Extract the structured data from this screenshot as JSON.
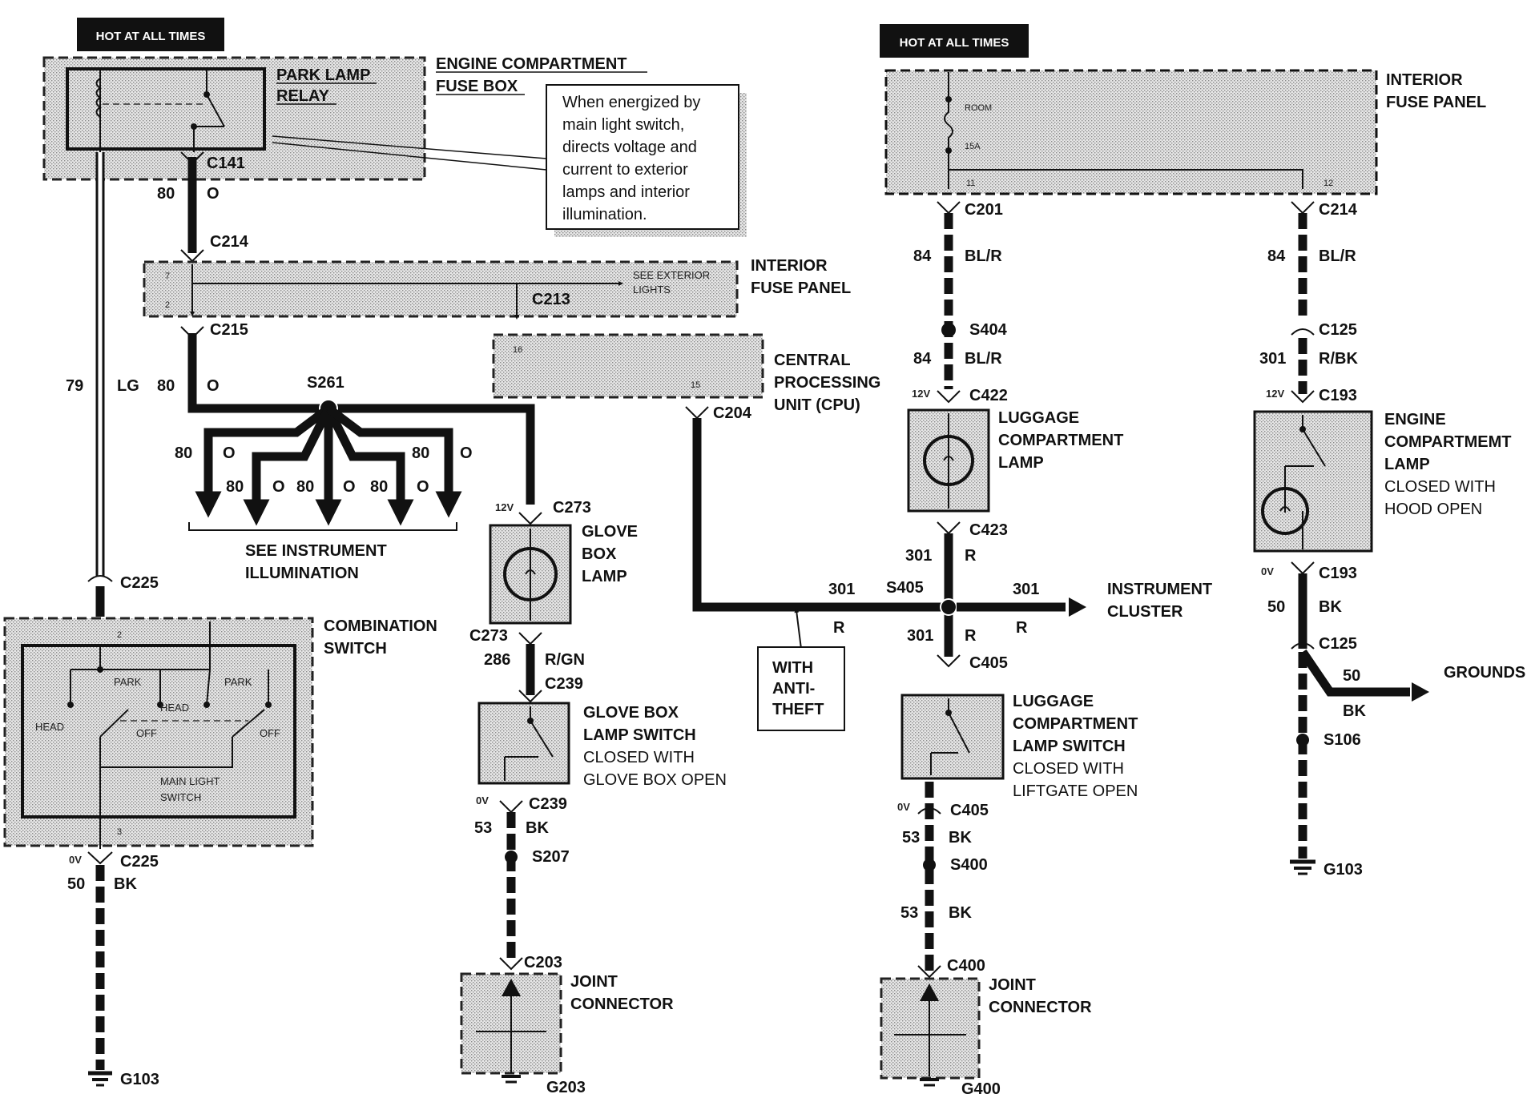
{
  "hot_left": "HOT AT ALL TIMES",
  "hot_right": "HOT AT ALL TIMES",
  "park_relay": [
    "PARK LAMP",
    "RELAY"
  ],
  "engine_fuse_box": [
    "ENGINE COMPARTMENT",
    "FUSE BOX"
  ],
  "callout": [
    "When energized by",
    "main light switch,",
    "directs voltage and",
    "current to exterior",
    "lamps and interior",
    "illumination."
  ],
  "interior_fuse_panel_left": [
    "INTERIOR",
    "FUSE PANEL"
  ],
  "interior_fuse_panel_right": [
    "INTERIOR",
    "FUSE PANEL"
  ],
  "see_exterior": [
    "SEE EXTERIOR",
    "LIGHTS"
  ],
  "cpu": [
    "CENTRAL",
    "PROCESSING",
    "UNIT (CPU)"
  ],
  "see_instrument": [
    "SEE INSTRUMENT",
    "ILLUMINATION"
  ],
  "glove_box_lamp": [
    "GLOVE",
    "BOX",
    "LAMP"
  ],
  "glove_box_switch": [
    "GLOVE BOX",
    "LAMP SWITCH",
    "CLOSED WITH",
    "GLOVE BOX OPEN"
  ],
  "combination_switch": [
    "COMBINATION",
    "SWITCH"
  ],
  "combo_inner": {
    "park": "PARK",
    "head": "HEAD",
    "off": "OFF",
    "main": [
      "MAIN LIGHT",
      "SWITCH"
    ]
  },
  "joint_connector": [
    "JOINT",
    "CONNECTOR"
  ],
  "with_anti_theft": [
    "WITH",
    "ANTI-",
    "THEFT"
  ],
  "lug_lamp": [
    "LUGGAGE",
    "COMPARTMENT",
    "LAMP"
  ],
  "lug_switch": [
    "LUGGAGE",
    "COMPARTMENT",
    "LAMP SWITCH",
    "CLOSED WITH",
    "LIFTGATE OPEN"
  ],
  "instrument_cluster": [
    "INSTRUMENT",
    "CLUSTER"
  ],
  "eng_lamp": [
    "ENGINE",
    "COMPARTMEMT",
    "LAMP",
    "CLOSED WITH",
    "HOOD OPEN"
  ],
  "grounds": "GROUNDS",
  "room_fuse": [
    "ROOM",
    "15A"
  ],
  "pins": {
    "p7": "7",
    "p2": "2",
    "p16": "16",
    "p15": "15",
    "p11": "11",
    "p12": "12",
    "p2b": "2",
    "p3": "3"
  },
  "connectors": {
    "C141": "C141",
    "C214a": "C214",
    "C215": "C215",
    "C213": "C213",
    "S261": "S261",
    "C204": "C204",
    "C273a": "C273",
    "C273b": "C273",
    "C239a": "C239",
    "C239b": "C239",
    "S207": "S207",
    "C203": "C203",
    "G203": "G203",
    "C225a": "C225",
    "C225b": "C225",
    "G103a": "G103",
    "C201": "C201",
    "S404": "S404",
    "C422": "C422",
    "C423": "C423",
    "S405": "S405",
    "C405a": "C405",
    "C405b": "C405",
    "S400": "S400",
    "C400": "C400",
    "G400": "G400",
    "C214b": "C214",
    "C125a": "C125",
    "C193a": "C193",
    "C193b": "C193",
    "C125b": "C125",
    "S106": "S106",
    "G103b": "G103"
  },
  "wires": {
    "w80": "80",
    "wO": "O",
    "w79": "79",
    "wLG": "LG",
    "w84": "84",
    "wBLR": "BL/R",
    "w301": "301",
    "wR": "R",
    "wRBK": "R/BK",
    "w50": "50",
    "wBK": "BK",
    "w53": "53",
    "w286": "286",
    "wRGN": "R/GN",
    "v12": "12V",
    "v0": "0V"
  }
}
